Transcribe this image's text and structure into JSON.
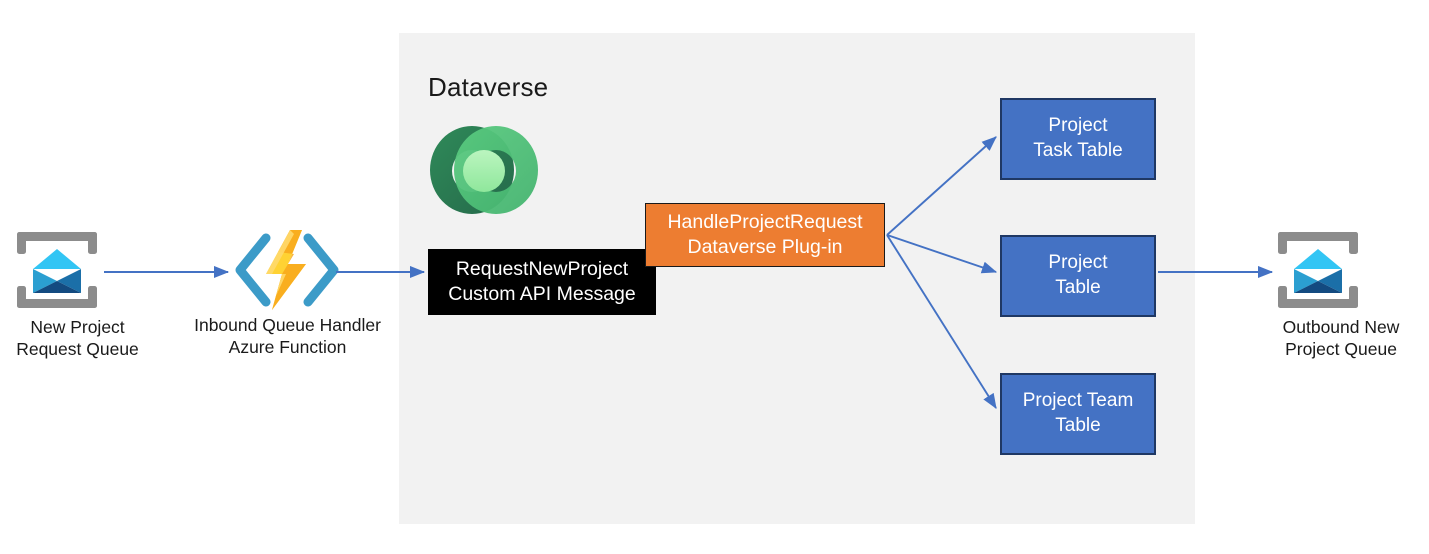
{
  "diagram": {
    "title": "Dataverse custom API project request flow",
    "background": "#ffffff"
  },
  "panel": {
    "label": "Dataverse",
    "fill": "#f2f2f2"
  },
  "nodes": {
    "inbound_queue": {
      "icon": "queue-envelope-icon",
      "label_line1": "New Project",
      "label_line2": "Request Queue"
    },
    "azure_function": {
      "icon": "azure-function-icon",
      "label_line1": "Inbound Queue Handler",
      "label_line2": "Azure Function"
    },
    "dataverse_logo": {
      "icon": "dataverse-logo-icon"
    },
    "custom_api": {
      "line1": "RequestNewProject",
      "line2": "Custom API Message",
      "fill": "#000000",
      "text_color": "#ffffff"
    },
    "plugin": {
      "line1": "HandleProjectRequest",
      "line2": "Dataverse Plug-in",
      "fill": "#ED7D31",
      "text_color": "#ffffff",
      "border": "#1a1a1a"
    },
    "project_task_table": {
      "line1": "Project",
      "line2": "Task Table",
      "fill": "#4472C4",
      "border": "#1F3864",
      "text_color": "#ffffff"
    },
    "project_table": {
      "line1": "Project",
      "line2": "Table",
      "fill": "#4472C4",
      "border": "#1F3864",
      "text_color": "#ffffff"
    },
    "project_team_table": {
      "line1": "Project Team",
      "line2": "Table",
      "fill": "#4472C4",
      "border": "#1F3864",
      "text_color": "#ffffff"
    },
    "outbound_queue": {
      "icon": "queue-envelope-icon",
      "label_line1": "Outbound New",
      "label_line2": "Project Queue"
    }
  },
  "connectors": {
    "color": "#4472C4",
    "edges": [
      "inbound-queue-to-azure-function",
      "azure-function-to-custom-api",
      "plugin-to-project-task-table",
      "plugin-to-project-table",
      "plugin-to-project-team-table",
      "project-table-to-outbound-queue"
    ]
  },
  "palette": {
    "queue_frame": "#8C8C8C",
    "envelope_light": "#32C5F4",
    "envelope_mid": "#2B9FD1",
    "envelope_dark": "#134A80",
    "function_bracket": "#3C9BC8",
    "function_bolt_light": "#FFD233",
    "function_bolt_dark": "#F8A81C",
    "dataverse_dark_green": "#2E7D52",
    "dataverse_mid_green": "#4FBF7B",
    "dataverse_light_green": "#A7EFB0"
  }
}
